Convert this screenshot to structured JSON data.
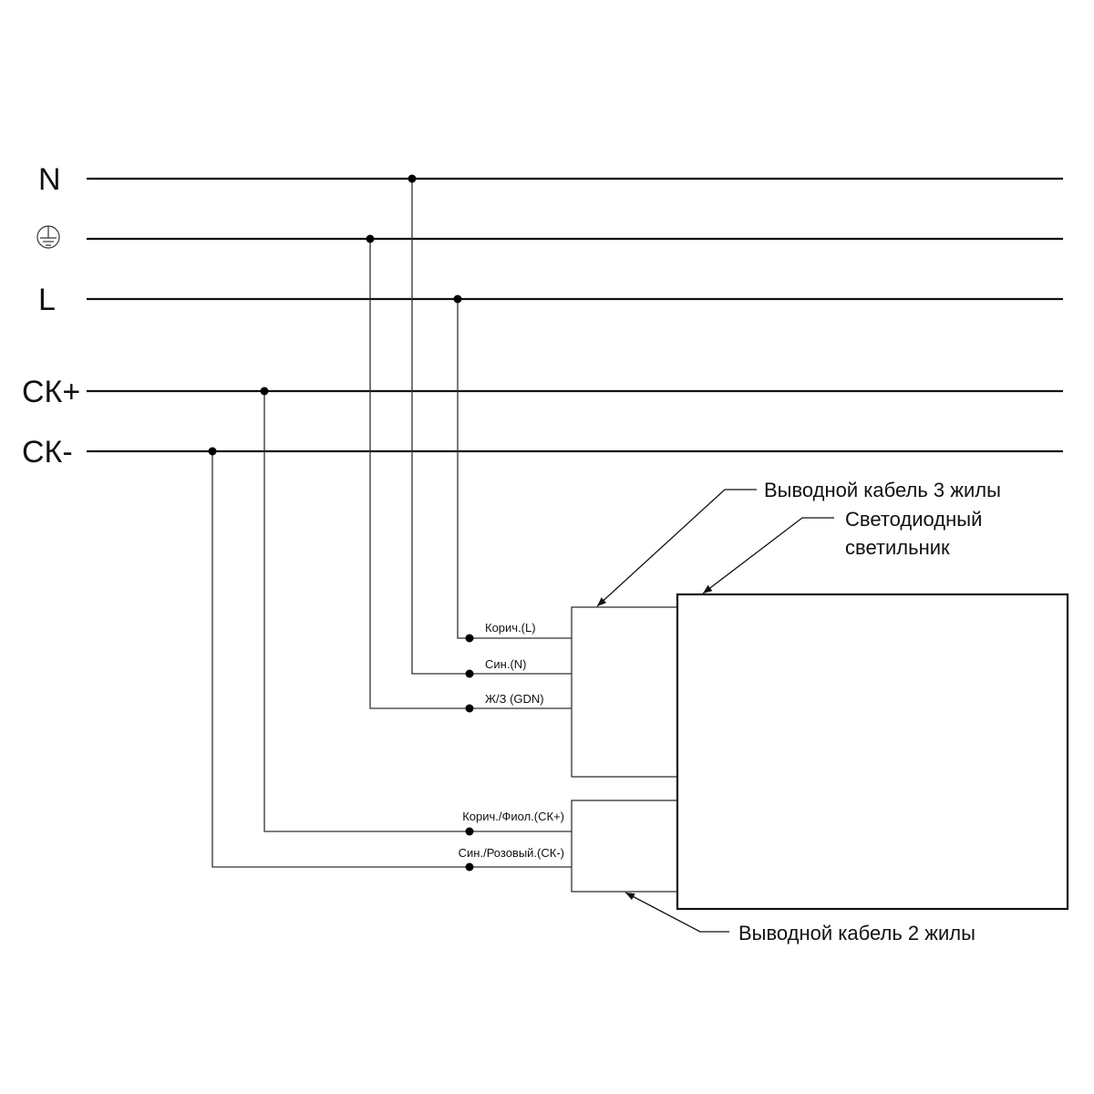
{
  "diagram": {
    "type": "wiring-schematic",
    "buses": [
      {
        "id": "N",
        "label": "N",
        "symbol": null
      },
      {
        "id": "PE",
        "label": "",
        "symbol": "protective-earth"
      },
      {
        "id": "L",
        "label": "L",
        "symbol": null
      },
      {
        "id": "SKP",
        "label": "СК+",
        "symbol": null
      },
      {
        "id": "SKM",
        "label": "СК-",
        "symbol": null
      }
    ],
    "cable3": {
      "label": "Выводной кабель 3 жилы",
      "wires": [
        {
          "bus": "L",
          "label": "Корич.(L)"
        },
        {
          "bus": "N",
          "label": "Син.(N)"
        },
        {
          "bus": "PE",
          "label": "Ж/З (GDN)"
        }
      ]
    },
    "cable2": {
      "label": "Выводной кабель 2 жилы",
      "wires": [
        {
          "bus": "SKP",
          "label": "Корич./Фиол.(СК+)"
        },
        {
          "bus": "SKM",
          "label": "Син./Розовый.(СК-)"
        }
      ]
    },
    "luminaire": {
      "label_line1": "Светодиодный",
      "label_line2": "светильник"
    },
    "colors": {
      "line": "#111111",
      "thin_line": "#333333",
      "background": "#ffffff"
    }
  }
}
